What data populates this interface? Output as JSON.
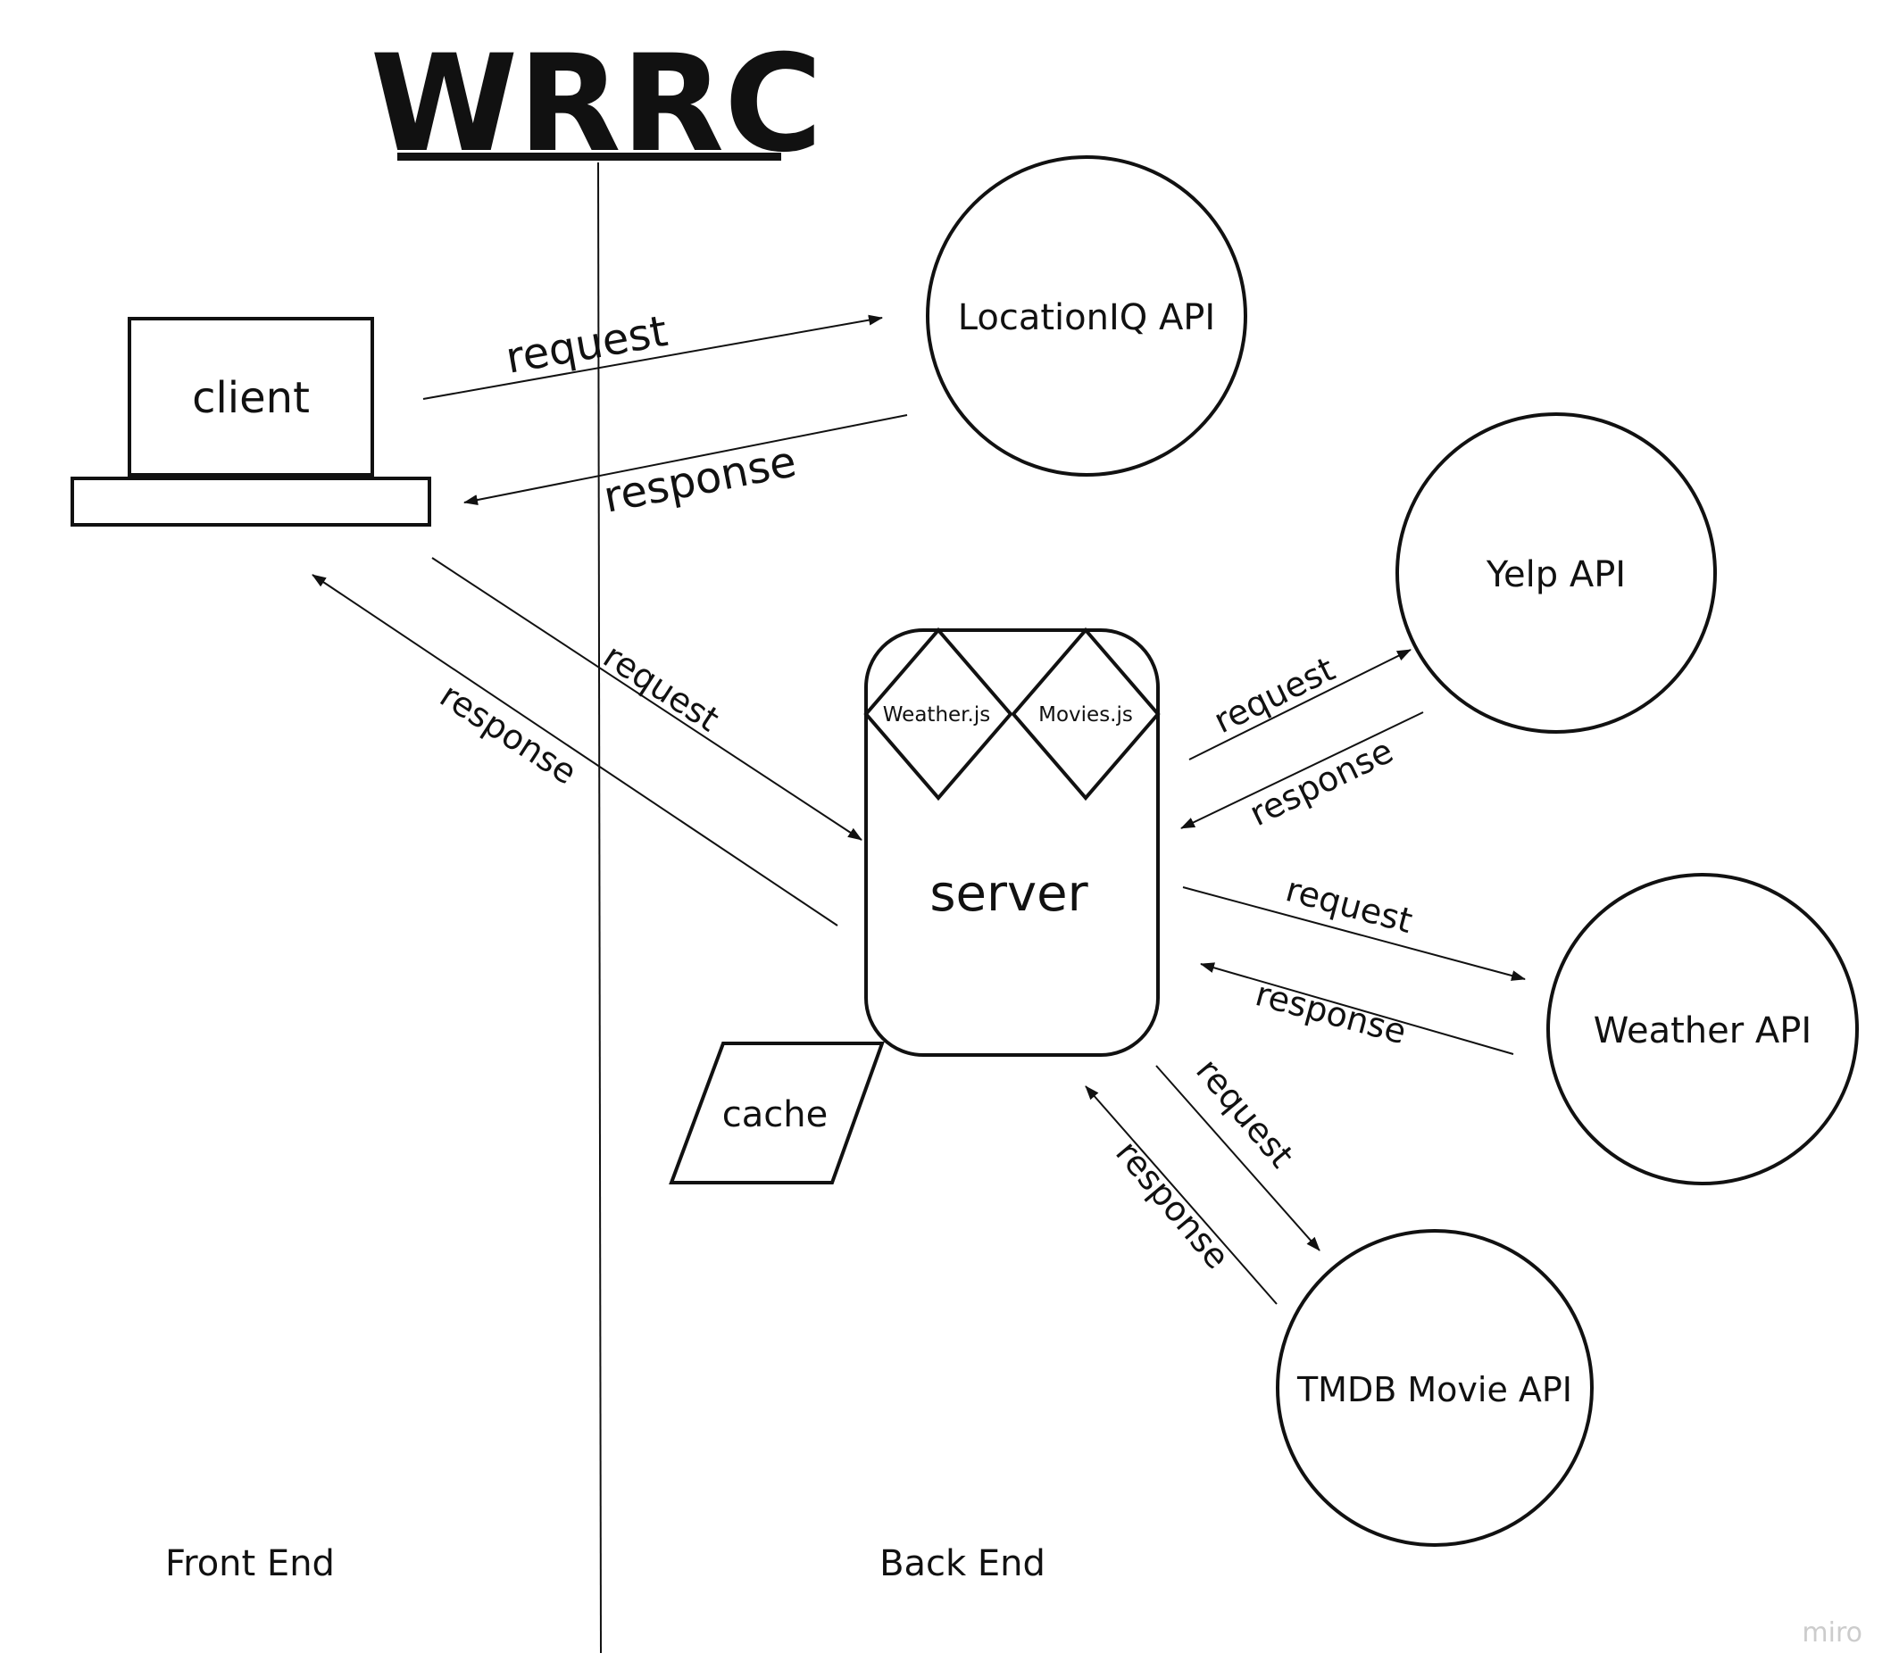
{
  "title": "WRRC",
  "sections": {
    "front_end": "Front End",
    "back_end": "Back End"
  },
  "nodes": {
    "client": "client",
    "server": "server",
    "cache": "cache",
    "weather_module": "Weather.js",
    "movies_module": "Movies.js",
    "locationiq_api": "LocationIQ API",
    "yelp_api": "Yelp API",
    "weather_api": "Weather API",
    "tmdb_api": "TMDB Movie API"
  },
  "edges": {
    "client_locationiq_request": "request",
    "locationiq_client_response": "response",
    "client_server_request": "request",
    "server_client_response": "response",
    "server_yelp_request": "request",
    "yelp_server_response": "response",
    "server_weather_request": "request",
    "weather_server_response": "response",
    "server_tmdb_request": "request",
    "tmdb_server_response": "response"
  },
  "watermark": "miro",
  "colors": {
    "stroke": "#111111",
    "background": "#ffffff",
    "watermark": "#cccccc"
  }
}
